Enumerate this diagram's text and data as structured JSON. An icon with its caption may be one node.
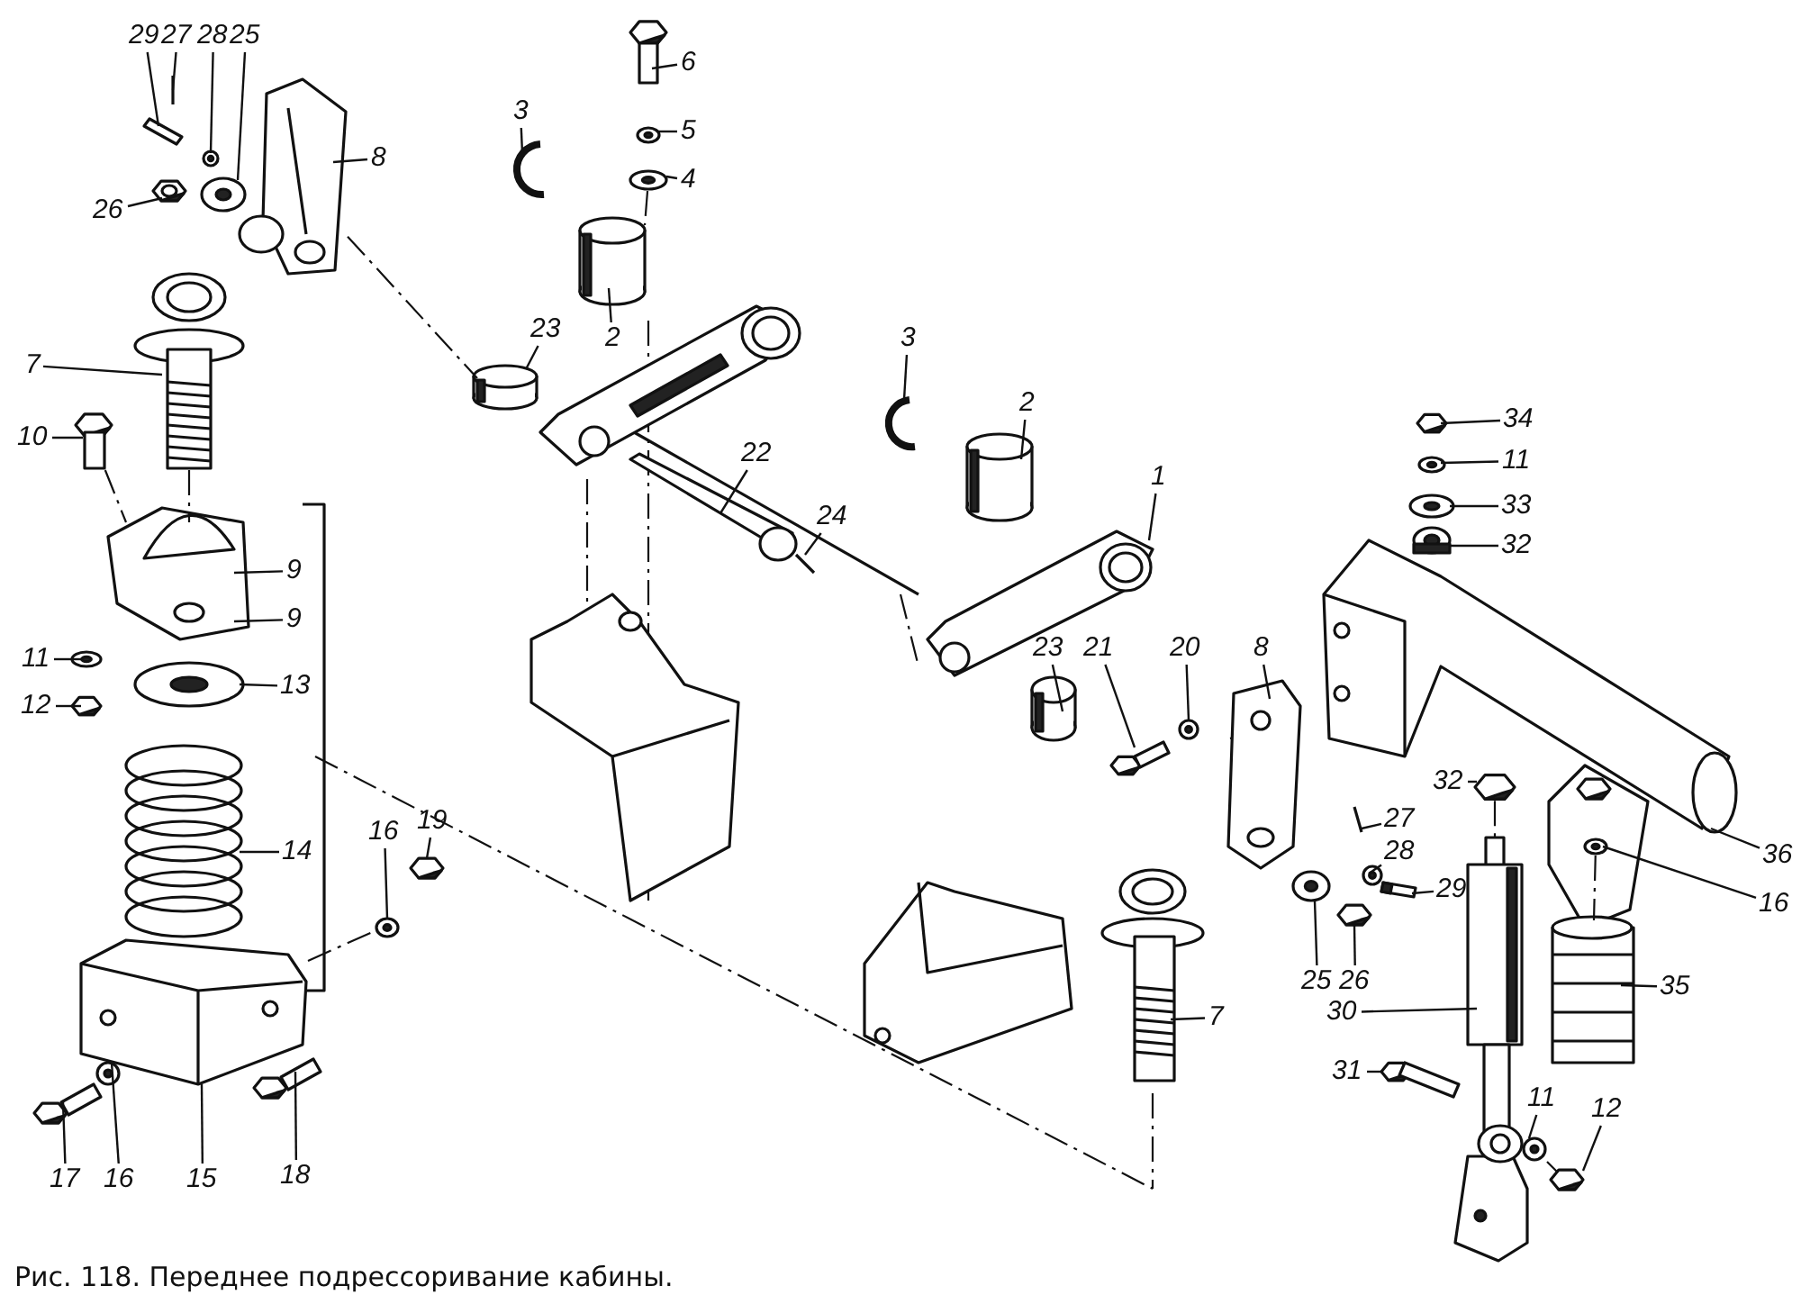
{
  "diagram": {
    "caption": "Рис. 118. Переднее подрессоривание кабины.",
    "nodes": [
      {
        "text": [
          "29"
        ]
      },
      {
        "text": [
          "27"
        ]
      },
      {
        "text": [
          "28"
        ]
      },
      {
        "text": [
          "25"
        ]
      },
      {
        "text": [
          "8"
        ]
      },
      {
        "text": [
          "26"
        ]
      },
      {
        "text": [
          "3"
        ]
      },
      {
        "text": [
          "6"
        ]
      },
      {
        "text": [
          "5"
        ]
      },
      {
        "text": [
          "4"
        ]
      },
      {
        "text": [
          "2"
        ]
      },
      {
        "text": [
          "23"
        ]
      },
      {
        "text": [
          "7"
        ]
      },
      {
        "text": [
          "10"
        ]
      },
      {
        "text": [
          "9"
        ]
      },
      {
        "text": [
          "9"
        ]
      },
      {
        "text": [
          "11"
        ]
      },
      {
        "text": [
          "12"
        ]
      },
      {
        "text": [
          "13"
        ]
      },
      {
        "text": [
          "14"
        ]
      },
      {
        "text": [
          "16"
        ]
      },
      {
        "text": [
          "19"
        ]
      },
      {
        "text": [
          "17"
        ]
      },
      {
        "text": [
          "16"
        ]
      },
      {
        "text": [
          "15"
        ]
      },
      {
        "text": [
          "18"
        ]
      },
      {
        "text": [
          "3"
        ]
      },
      {
        "text": [
          "2"
        ]
      },
      {
        "text": [
          "22"
        ]
      },
      {
        "text": [
          "24"
        ]
      },
      {
        "text": [
          "1"
        ]
      },
      {
        "text": [
          "23"
        ]
      },
      {
        "text": [
          "21"
        ]
      },
      {
        "text": [
          "20"
        ]
      },
      {
        "text": [
          "8"
        ]
      },
      {
        "text": [
          "34"
        ]
      },
      {
        "text": [
          "11"
        ]
      },
      {
        "text": [
          "33"
        ]
      },
      {
        "text": [
          "32"
        ]
      },
      {
        "text": [
          "32"
        ]
      },
      {
        "text": [
          "27"
        ]
      },
      {
        "text": [
          "28"
        ]
      },
      {
        "text": [
          "29"
        ]
      },
      {
        "text": [
          "25"
        ]
      },
      {
        "text": [
          "26"
        ]
      },
      {
        "text": [
          "7"
        ]
      },
      {
        "text": [
          "30"
        ]
      },
      {
        "text": [
          "31"
        ]
      },
      {
        "text": [
          "11"
        ]
      },
      {
        "text": [
          "12"
        ]
      },
      {
        "text": [
          "35"
        ]
      },
      {
        "text": [
          "36"
        ]
      },
      {
        "text": [
          "16"
        ]
      },
      {
        "text": [],
        "shape": "picture"
      },
      {
        "text": [],
        "shape": "picture"
      },
      {
        "text": [],
        "shape": "circle"
      },
      {
        "text": [],
        "shape": "circle"
      },
      {
        "text": [],
        "shape": "picture"
      },
      {
        "text": [],
        "shape": "picture"
      },
      {
        "text": [],
        "shape": "picture"
      },
      {
        "text": [],
        "shape": "picture"
      },
      {
        "text": [],
        "shape": "circle"
      },
      {
        "text": [],
        "shape": "circle"
      },
      {
        "text": [],
        "shape": "cylinder"
      },
      {
        "text": [],
        "shape": "cylinder"
      },
      {
        "text": [],
        "shape": "picture"
      },
      {
        "text": [],
        "shape": "picture"
      },
      {
        "text": [],
        "shape": "picture"
      },
      {
        "text": [],
        "shape": "circle"
      },
      {
        "text": [],
        "shape": "picture"
      },
      {
        "text": [],
        "shape": "circle"
      },
      {
        "text": [],
        "shape": "picture"
      },
      {
        "text": [],
        "shape": "circle"
      },
      {
        "text": [],
        "shape": "picture"
      },
      {
        "text": [],
        "shape": "picture"
      },
      {
        "text": [],
        "shape": "circle"
      },
      {
        "text": [],
        "shape": "picture"
      },
      {
        "text": [],
        "shape": "picture"
      },
      {
        "text": [],
        "shape": "picture"
      },
      {
        "text": [],
        "shape": "cylinder"
      },
      {
        "text": [],
        "shape": "picture"
      },
      {
        "text": [],
        "shape": "picture"
      },
      {
        "text": [],
        "shape": "picture"
      },
      {
        "text": [],
        "shape": "cylinder"
      },
      {
        "text": [],
        "shape": "picture"
      },
      {
        "text": [],
        "shape": "circle"
      },
      {
        "text": [],
        "shape": "picture"
      },
      {
        "text": [],
        "shape": "picture"
      },
      {
        "text": [],
        "shape": "circle"
      },
      {
        "text": [],
        "shape": "circle"
      },
      {
        "text": [],
        "shape": "picture"
      },
      {
        "text": [],
        "shape": "picture"
      },
      {
        "text": [],
        "shape": "picture"
      },
      {
        "text": [],
        "shape": "circle"
      },
      {
        "text": [],
        "shape": "picture"
      },
      {
        "text": [],
        "shape": "circle"
      },
      {
        "text": [],
        "shape": "picture"
      },
      {
        "text": [],
        "shape": "picture"
      },
      {
        "text": [],
        "shape": "picture"
      },
      {
        "text": [],
        "shape": "picture"
      },
      {
        "text": [],
        "shape": "circle"
      },
      {
        "text": [],
        "shape": "picture"
      },
      {
        "text": [],
        "shape": "picture"
      },
      {
        "text": [],
        "shape": "picture"
      },
      {
        "text": [],
        "shape": "circle"
      },
      {
        "text": [],
        "shape": "picture"
      }
    ],
    "edges": [
      {
        "from": 0,
        "to": 53,
        "arrow": "none"
      },
      {
        "from": 1,
        "to": 54,
        "arrow": "none"
      },
      {
        "from": 2,
        "to": 55,
        "arrow": "none"
      },
      {
        "from": 3,
        "to": 56,
        "arrow": "none"
      },
      {
        "from": 4,
        "to": 57,
        "arrow": "none"
      },
      {
        "from": 5,
        "to": 58,
        "arrow": "none"
      },
      {
        "from": 6,
        "to": 59,
        "arrow": "none"
      },
      {
        "from": 7,
        "to": 60,
        "arrow": "none"
      },
      {
        "from": 8,
        "to": 61,
        "arrow": "none"
      },
      {
        "from": 9,
        "to": 62,
        "arrow": "none"
      },
      {
        "from": 10,
        "to": 63,
        "arrow": "none"
      },
      {
        "from": 11,
        "to": 64,
        "arrow": "none"
      },
      {
        "from": 12,
        "to": 65,
        "arrow": "none"
      },
      {
        "from": 13,
        "to": 66,
        "arrow": "none"
      },
      {
        "from": 14,
        "to": 67,
        "arrow": "none"
      },
      {
        "from": 15,
        "to": 67,
        "arrow": "none"
      },
      {
        "from": 16,
        "to": 68,
        "arrow": "none"
      },
      {
        "from": 17,
        "to": 69,
        "arrow": "none"
      },
      {
        "from": 18,
        "to": 70,
        "arrow": "none"
      },
      {
        "from": 19,
        "to": 71,
        "arrow": "none"
      },
      {
        "from": 20,
        "to": 72,
        "arrow": "none"
      },
      {
        "from": 21,
        "to": 73,
        "arrow": "none"
      },
      {
        "from": 22,
        "to": 74,
        "arrow": "none"
      },
      {
        "from": 23,
        "to": 75,
        "arrow": "none"
      },
      {
        "from": 24,
        "to": 76,
        "arrow": "none"
      },
      {
        "from": 25,
        "to": 77,
        "arrow": "none"
      },
      {
        "from": 26,
        "to": 78,
        "arrow": "none"
      },
      {
        "from": 27,
        "to": 79,
        "arrow": "none"
      },
      {
        "from": 28,
        "to": 80,
        "arrow": "none"
      },
      {
        "from": 29,
        "to": 81,
        "arrow": "none"
      },
      {
        "from": 30,
        "to": 82,
        "arrow": "none"
      },
      {
        "from": 31,
        "to": 83,
        "arrow": "none"
      },
      {
        "from": 32,
        "to": 84,
        "arrow": "none"
      },
      {
        "from": 33,
        "to": 85,
        "arrow": "none"
      },
      {
        "from": 34,
        "to": 86,
        "arrow": "none"
      },
      {
        "from": 35,
        "to": 87,
        "arrow": "none"
      },
      {
        "from": 36,
        "to": 88,
        "arrow": "none"
      },
      {
        "from": 37,
        "to": 89,
        "arrow": "none"
      },
      {
        "from": 38,
        "to": 90,
        "arrow": "none"
      },
      {
        "from": 39,
        "to": 91,
        "arrow": "none"
      },
      {
        "from": 40,
        "to": 92,
        "arrow": "none"
      },
      {
        "from": 41,
        "to": 93,
        "arrow": "none"
      },
      {
        "from": 42,
        "to": 94,
        "arrow": "none"
      },
      {
        "from": 43,
        "to": 95,
        "arrow": "none"
      },
      {
        "from": 44,
        "to": 96,
        "arrow": "none"
      },
      {
        "from": 45,
        "to": 97,
        "arrow": "none"
      },
      {
        "from": 46,
        "to": 98,
        "arrow": "none"
      },
      {
        "from": 47,
        "to": 99,
        "arrow": "none"
      },
      {
        "from": 48,
        "to": 100,
        "arrow": "none"
      },
      {
        "from": 49,
        "to": 101,
        "arrow": "none"
      },
      {
        "from": 50,
        "to": 102,
        "arrow": "none"
      },
      {
        "from": 51,
        "to": 103,
        "arrow": "none"
      },
      {
        "from": 52,
        "to": 104,
        "arrow": "none"
      },
      {
        "from": 57,
        "to": 64,
        "arrow": "none",
        "style": "dashed"
      },
      {
        "from": 66,
        "to": 67,
        "arrow": "none",
        "style": "dashed"
      },
      {
        "from": 65,
        "to": 67,
        "arrow": "none",
        "style": "dashed"
      },
      {
        "from": 62,
        "to": 63,
        "arrow": "none",
        "style": "dashed"
      },
      {
        "from": 91,
        "to": 98,
        "arrow": "none",
        "style": "dashed"
      },
      {
        "from": 104,
        "to": 102,
        "arrow": "none",
        "style": "dashed"
      },
      {
        "from": 76,
        "to": 72,
        "arrow": "none",
        "style": "dashed"
      },
      {
        "from": 100,
        "to": 101,
        "arrow": "none",
        "style": "dashed"
      }
    ]
  }
}
